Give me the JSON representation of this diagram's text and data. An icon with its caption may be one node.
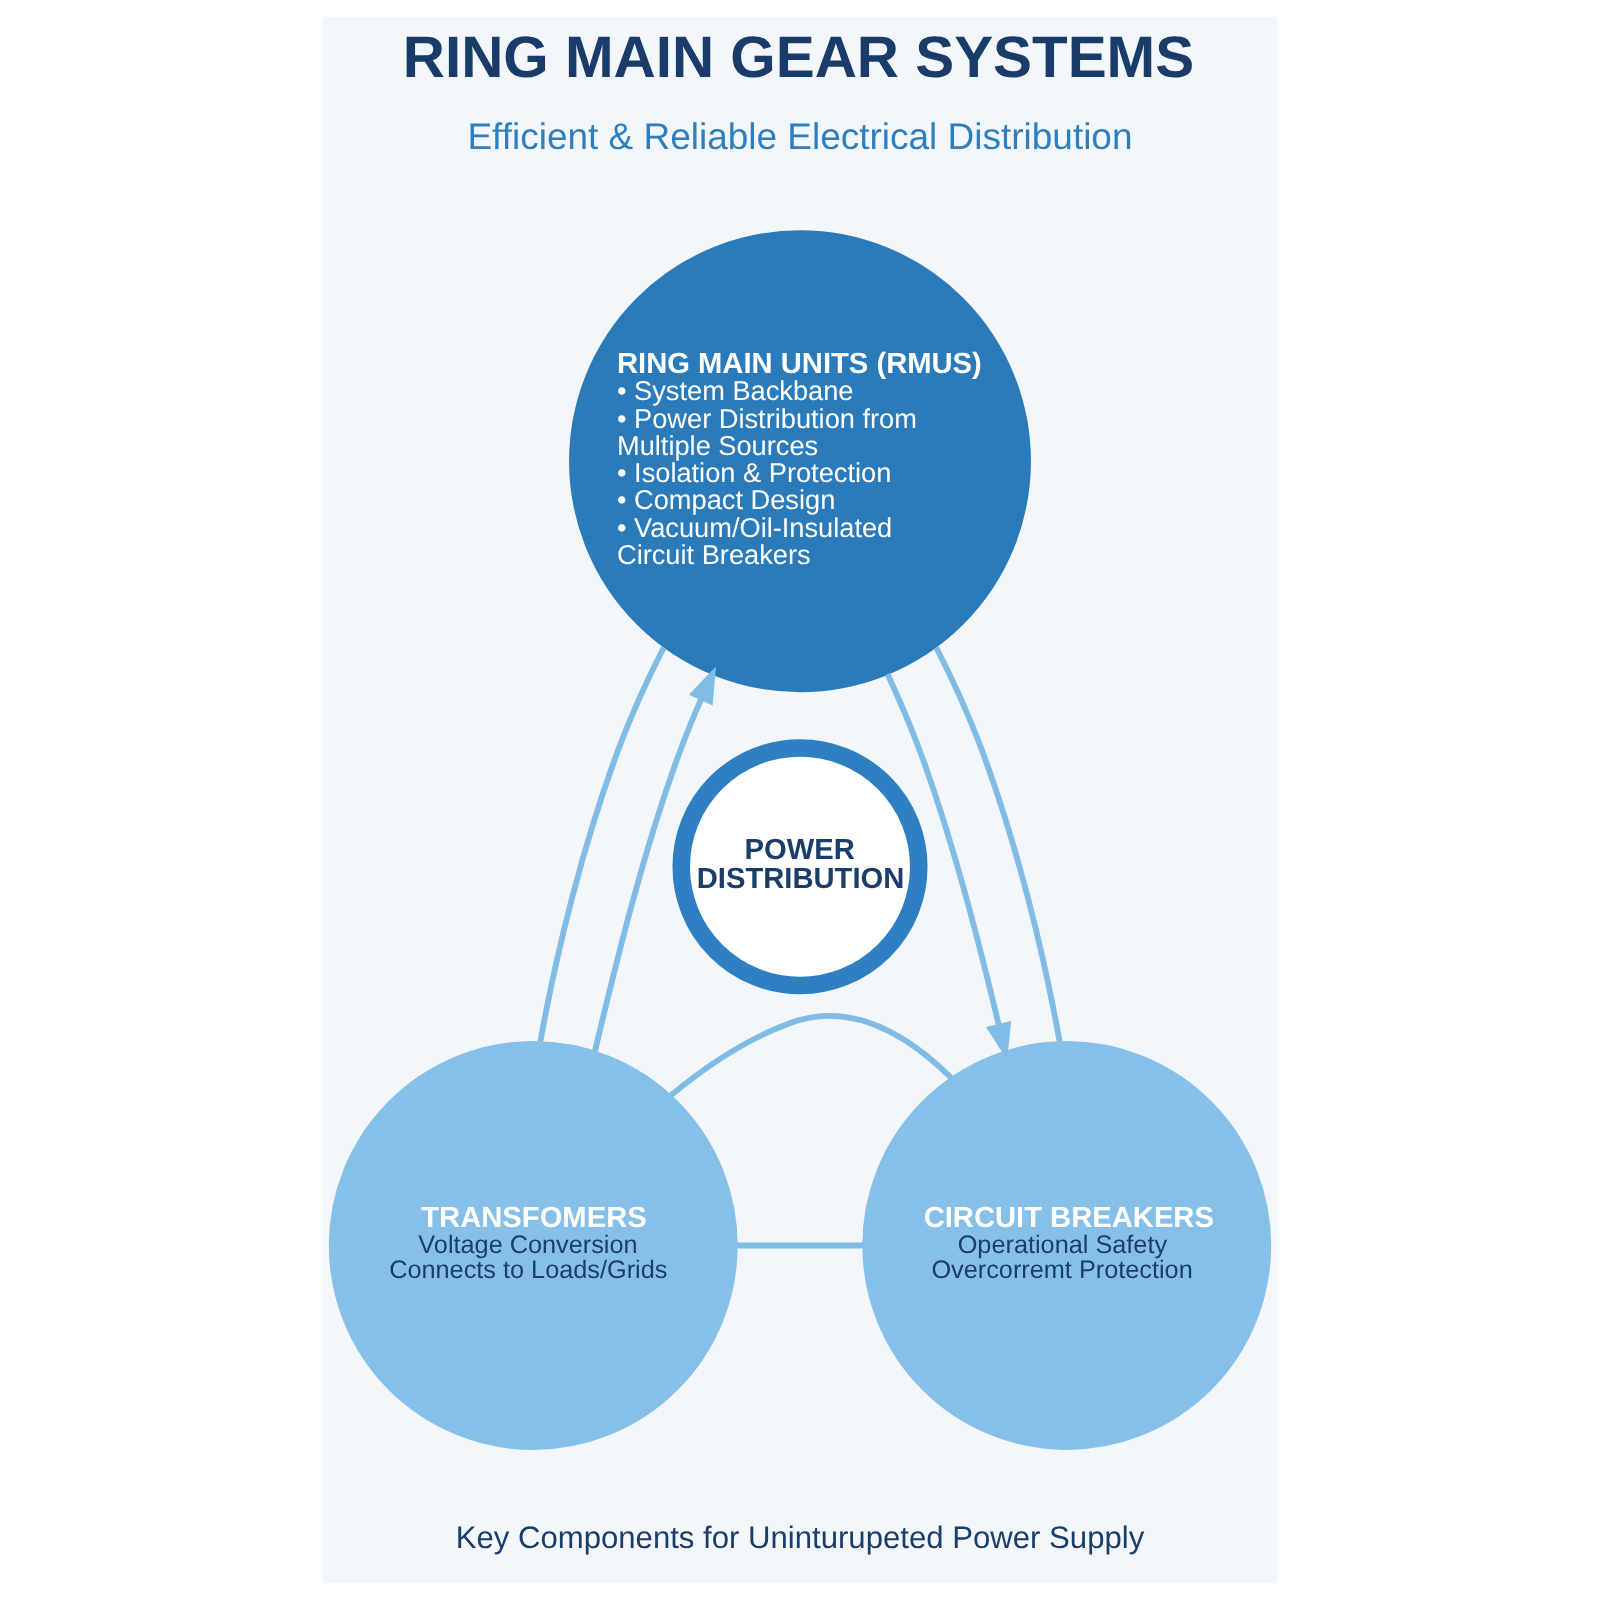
{
  "diagram": {
    "title": "RING MAIN GEAR SYSTEMS",
    "caption": "Key Components for Uninturupeted Power Supply",
    "nodes": [
      {
        "text": [
          "RING MAIN UNITS (RMUS)",
          "• System Backbane",
          "• Power Distribution from Multiple Sources",
          "• Isolation & Protection",
          "• Compact Design",
          "• Vacuum/Oil-Insulated Circuit Breakers"
        ]
      },
      {
        "text": [
          "POWER DISTRIBUTION"
        ]
      },
      {
        "text": [
          "TRANSFOMERS",
          "Voltage Conversion",
          "Connects to Loads/Grids"
        ]
      },
      {
        "text": [
          "CIRCUIT BREAKERS",
          "Operational Safety",
          "Overcorremt Protection"
        ]
      }
    ],
    "edges": [
      {
        "from": 2,
        "to": 0,
        "arrow": "to"
      },
      {
        "from": 0,
        "to": 3,
        "arrow": "to"
      },
      {
        "from": 0,
        "to": 2,
        "arrow": "none"
      },
      {
        "from": 0,
        "to": 3,
        "arrow": "none"
      },
      {
        "from": 2,
        "to": 3,
        "arrow": "none"
      },
      {
        "from": 2,
        "to": 3,
        "arrow": "none"
      }
    ],
    "labels": [
      "Efficient & Reliable Electrical Distribution"
    ]
  }
}
